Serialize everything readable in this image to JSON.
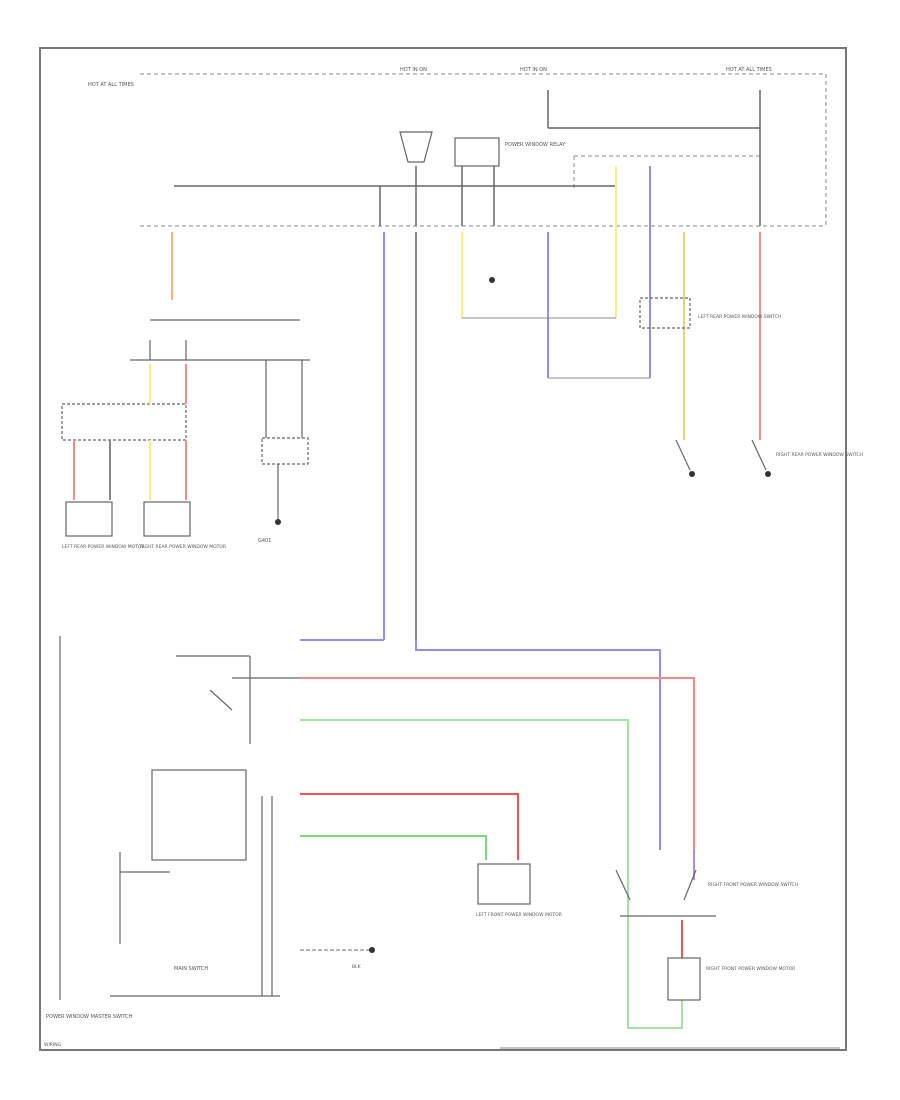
{
  "diagram": {
    "labels": {
      "fuse_box_note": "HOT AT ALL TIMES",
      "hot_run_1": "HOT IN ON",
      "hot_run_2": "HOT IN ON",
      "hot_run_3": "HOT AT ALL TIMES",
      "relay_label": "POWER WINDOW RELAY",
      "left_rear_lock": "LEFT REAR POWER WINDOW MOTOR",
      "right_rear_lock": "RIGHT REAR POWER WINDOW MOTOR",
      "ground_note": "G401",
      "master_switch": "POWER WINDOW MASTER SWITCH",
      "main_switch": "MAIN SWITCH",
      "left_front_motor": "LEFT FRONT POWER WINDOW MOTOR",
      "right_front_motor": "RIGHT FRONT POWER WINDOW MOTOR",
      "right_front_switch": "RIGHT FRONT POWER WINDOW SWITCH",
      "left_rear_switch": "LEFT REAR POWER WINDOW SWITCH",
      "right_rear_switch": "RIGHT REAR POWER WINDOW SWITCH",
      "buck_label": "BLK",
      "bottom_left_tag": "WIRING"
    }
  },
  "colors": {
    "border": "#777777",
    "wire_black": "#555555",
    "wire_blue": "#8f8ff5",
    "wire_red": "#f48b8b",
    "wire_green": "#8fe08f",
    "wire_yellow": "#f3f08a",
    "wire_orange": "#f6b27a",
    "wire_purple": "#b48ad8",
    "wire_ltgreen": "#a9dfa9"
  }
}
